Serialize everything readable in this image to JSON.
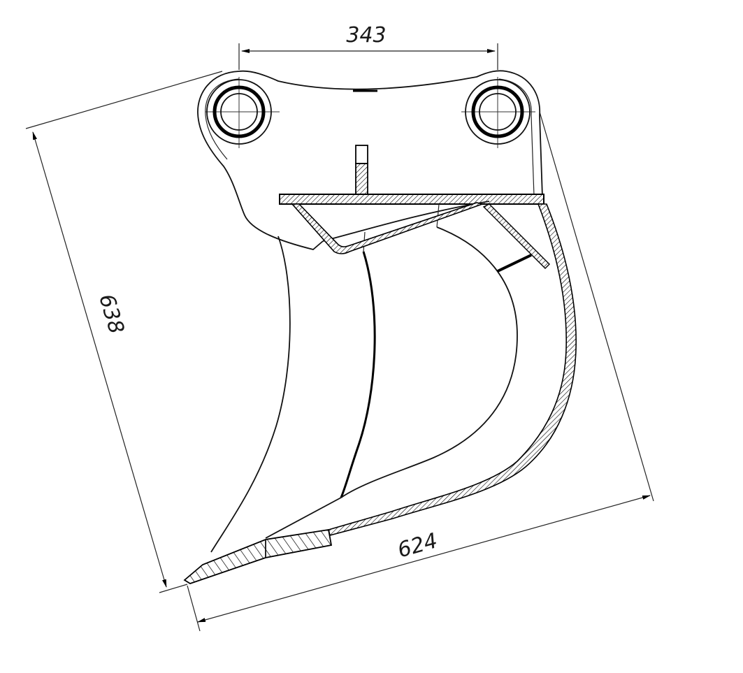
{
  "dimensions": {
    "pin_spacing": "343",
    "height": "638",
    "length": "624"
  },
  "colors": {
    "line": "#000000",
    "background": "#ffffff"
  }
}
